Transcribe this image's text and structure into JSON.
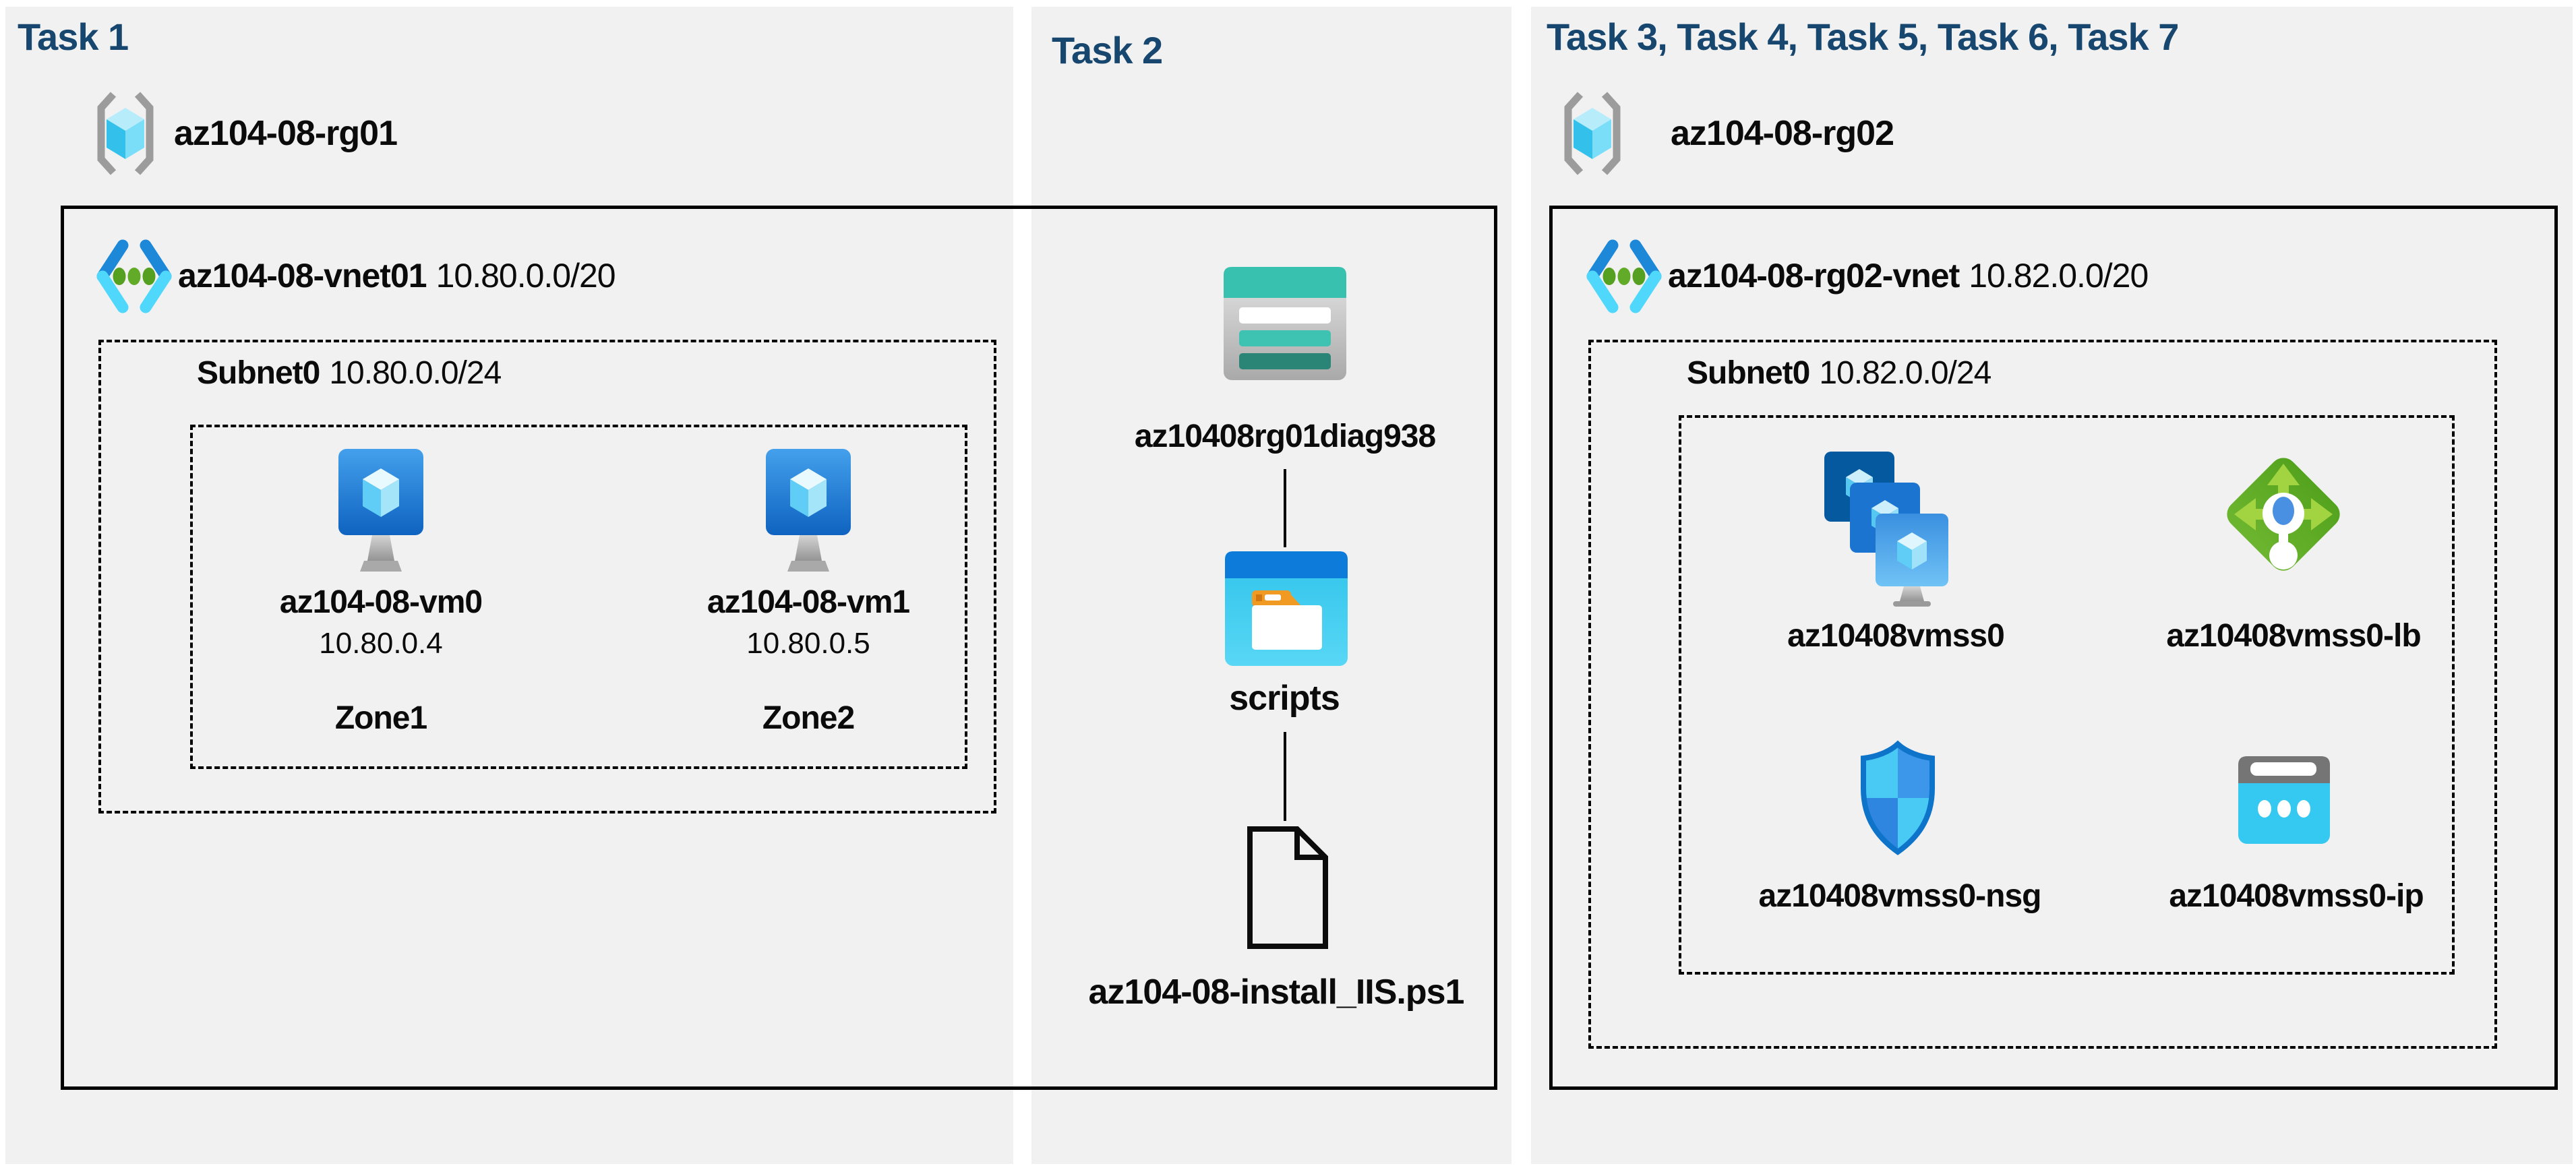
{
  "colors": {
    "heading": "#17466E",
    "column_bg": "#F1F1F2",
    "text": "#0B0B0B",
    "border": "#000000",
    "vm_blue": "#1B6AC1",
    "teal": "#38C1AE",
    "lb_green": "#5CA524",
    "cyan": "#35C8F0"
  },
  "task1": {
    "heading": "Task 1",
    "resource_group": "az104-08-rg01",
    "vnet_name": "az104-08-vnet01",
    "vnet_cidr": "10.80.0.0/20",
    "subnet_name": "Subnet0",
    "subnet_cidr": "10.80.0.0/24",
    "vm0": {
      "name": "az104-08-vm0",
      "ip": "10.80.0.4",
      "zone": "Zone1"
    },
    "vm1": {
      "name": "az104-08-vm1",
      "ip": "10.80.0.5",
      "zone": "Zone2"
    }
  },
  "task2": {
    "heading": "Task 2",
    "storage_account": "az10408rg01diag938",
    "folder": "scripts",
    "script_file": "az104-08-install_IIS.ps1"
  },
  "task3": {
    "heading": "Task 3, Task 4, Task 5, Task 6, Task 7",
    "resource_group": "az104-08-rg02",
    "vnet_name": "az104-08-rg02-vnet",
    "vnet_cidr": "10.82.0.0/20",
    "subnet_name": "Subnet0",
    "subnet_cidr": "10.82.0.0/24",
    "vmss": "az10408vmss0",
    "load_balancer": "az10408vmss0-lb",
    "nsg": "az10408vmss0-nsg",
    "public_ip": "az10408vmss0-ip"
  }
}
